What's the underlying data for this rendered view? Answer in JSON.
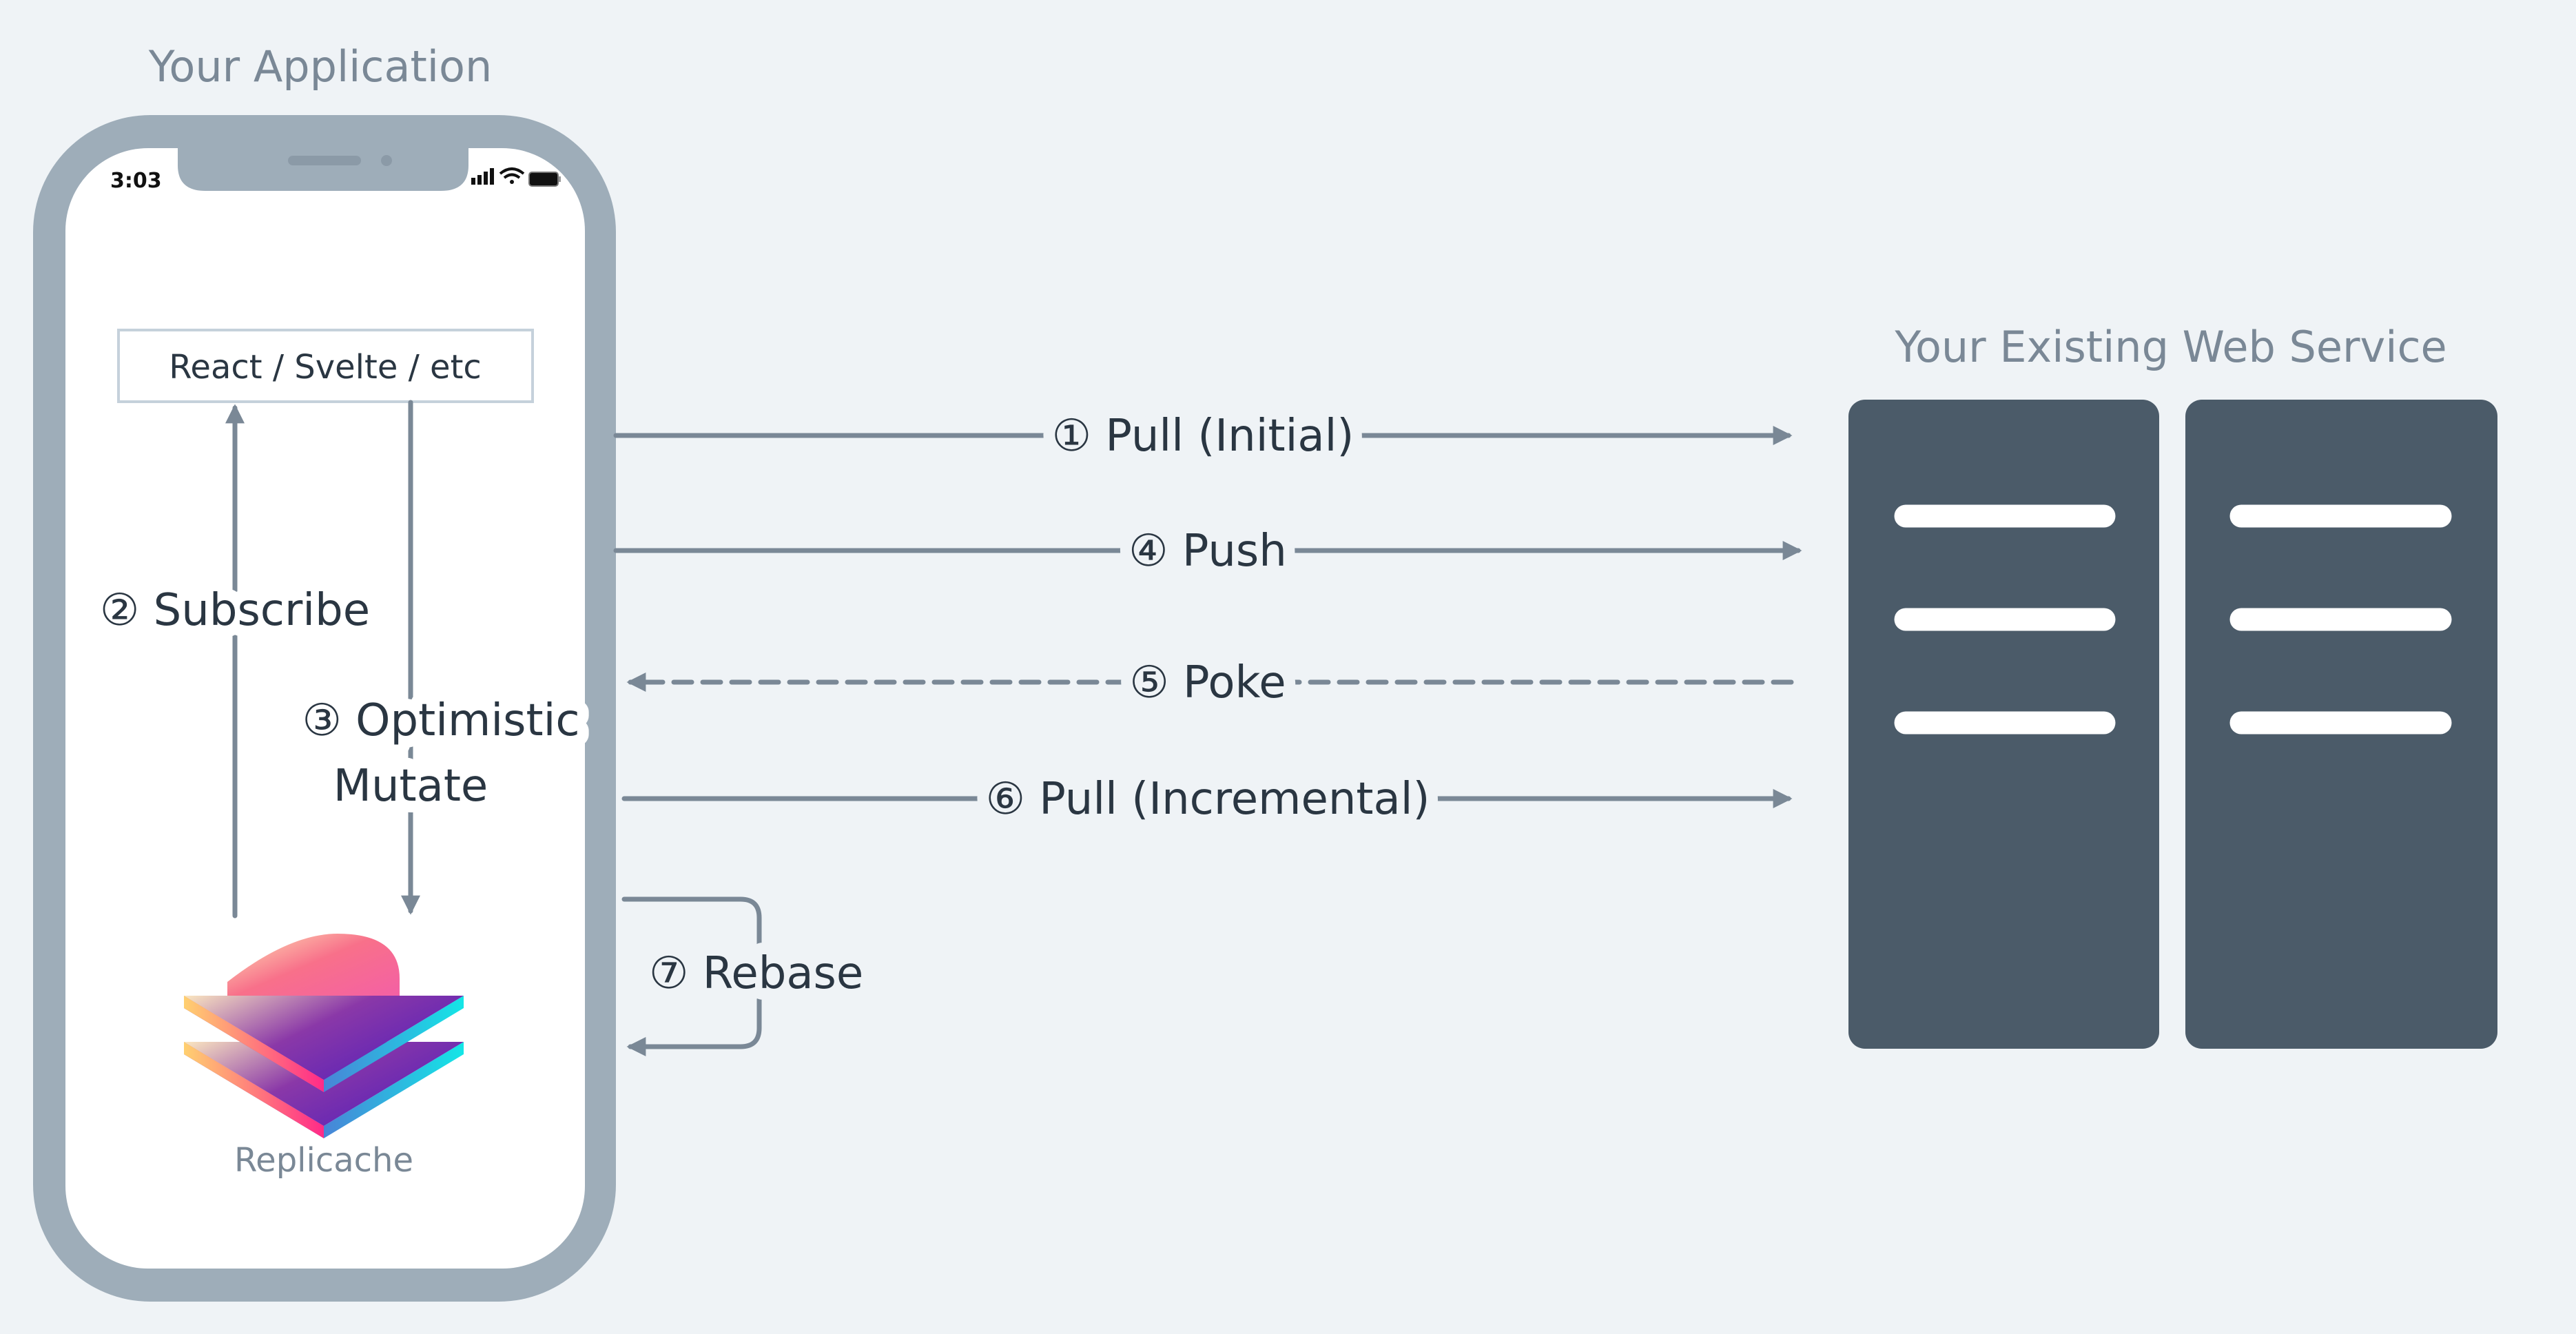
{
  "client": {
    "title": "Your Application",
    "status_time": "3:03",
    "framework_box": "React / Svelte / etc",
    "subscribe_label": "② Subscribe",
    "mutate_label_line1": "③ Optimistic",
    "mutate_label_line2": "Mutate",
    "logo_label": "Replicache"
  },
  "server": {
    "title": "Your Existing Web Service"
  },
  "flows": [
    {
      "label": "① Pull (Initial)",
      "direction": "to-server",
      "style": "solid"
    },
    {
      "label": "④ Push",
      "direction": "to-server",
      "style": "solid"
    },
    {
      "label": "⑤ Poke",
      "direction": "to-client",
      "style": "dashed"
    },
    {
      "label": "⑥ Pull (Incremental)",
      "direction": "to-server",
      "style": "solid"
    },
    {
      "label": "⑦ Rebase",
      "direction": "loop",
      "style": "solid"
    }
  ],
  "colors": {
    "background": "#eff3f6",
    "phone_frame": "#9eadb9",
    "server": "#4b5b69",
    "arrow": "#7a8896",
    "text": "#2a3642"
  }
}
